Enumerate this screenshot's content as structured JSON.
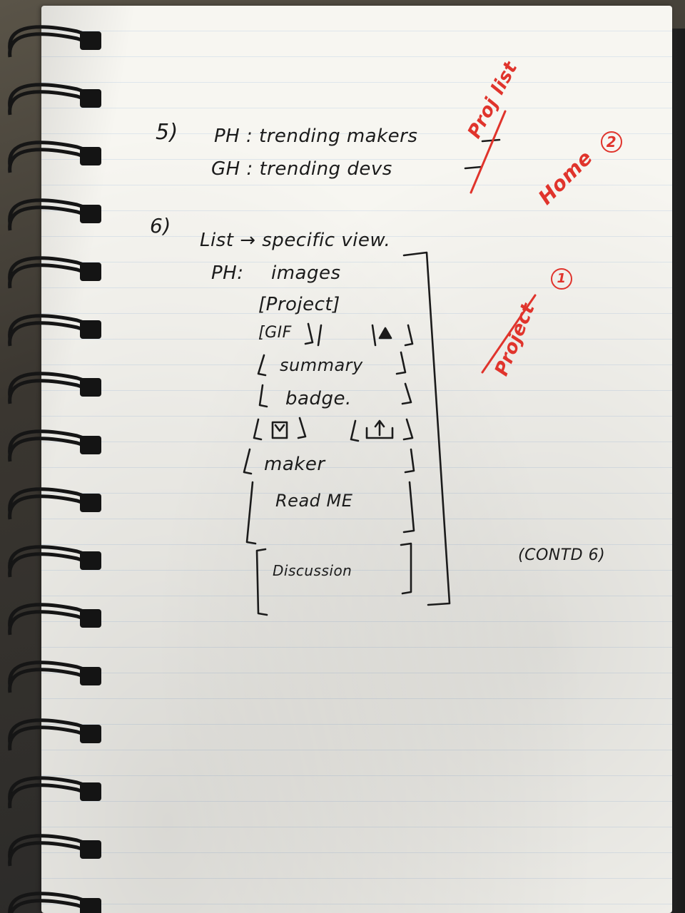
{
  "notes": {
    "item5": {
      "number": "5)",
      "line1": "PH : trending makers",
      "line2": "GH : trending devs"
    },
    "red_annotations": {
      "proj_list": "Proj list",
      "home": "Home",
      "home_num": "2",
      "project": "Project",
      "project_num": "1"
    },
    "item6": {
      "number": "6)",
      "heading": "List → specific view.",
      "prefix": "PH:",
      "fields": {
        "images": "images",
        "project": "[Project]",
        "gift": "[GIF",
        "summary": "summary",
        "badge": "badge.",
        "maker": "maker",
        "readme": "Read ME",
        "discussion": "Discussion"
      }
    },
    "contd": "(CONTD 6)"
  },
  "icon_names": {
    "bookmark": "bookmark-icon",
    "share": "share-icon",
    "upvote": "upvote-triangle-icon"
  }
}
